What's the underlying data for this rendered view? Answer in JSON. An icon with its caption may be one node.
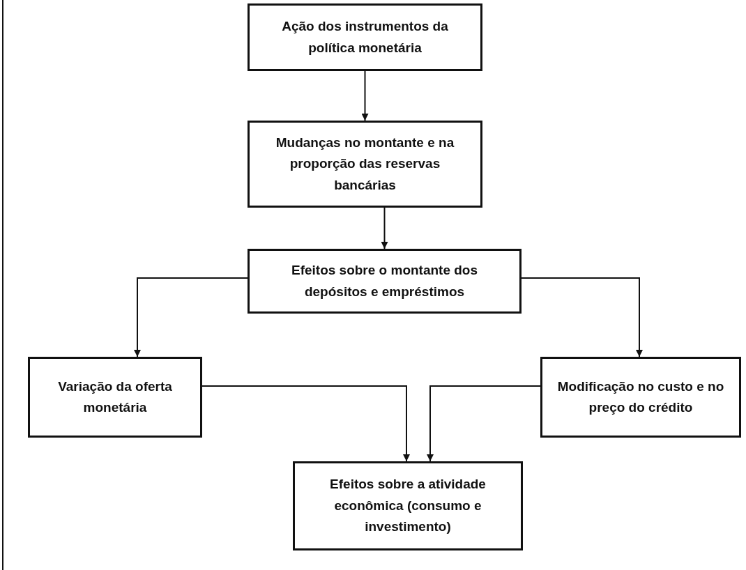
{
  "diagram": {
    "nodes": [
      {
        "text": [
          "Ação dos instrumentos da política monetária"
        ]
      },
      {
        "text": [
          "Mudanças no montante e na proporção das reservas bancárias"
        ]
      },
      {
        "text": [
          "Efeitos sobre o montante dos depósitos e empréstimos"
        ]
      },
      {
        "text": [
          "Variação da oferta monetária"
        ]
      },
      {
        "text": [
          "Modificação no custo e no preço do crédito"
        ]
      },
      {
        "text": [
          "Efeitos sobre a atividade econômica (consumo e investimento)"
        ]
      }
    ],
    "edges": [
      {
        "from": 0,
        "to": 1,
        "arrow": "to"
      },
      {
        "from": 1,
        "to": 2,
        "arrow": "to"
      },
      {
        "from": 2,
        "to": 3,
        "arrow": "to"
      },
      {
        "from": 2,
        "to": 4,
        "arrow": "to"
      },
      {
        "from": 3,
        "to": 5,
        "arrow": "to"
      },
      {
        "from": 4,
        "to": 5,
        "arrow": "to"
      }
    ]
  }
}
